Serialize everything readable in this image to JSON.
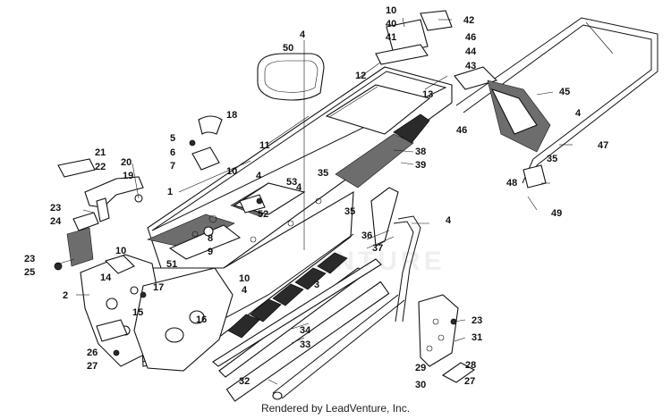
{
  "callouts": {
    "c1": "1",
    "c2": "2",
    "c3": "3",
    "c4a": "4",
    "c4b": "4",
    "c4c": "4",
    "c4d": "4",
    "c4e": "4",
    "c4f": "4",
    "c5": "5",
    "c6": "6",
    "c7": "7",
    "c8": "8",
    "c9": "9",
    "c10a": "10",
    "c10b": "10",
    "c10c": "10",
    "c10d": "10",
    "c11": "11",
    "c12": "12",
    "c13": "13",
    "c14": "14",
    "c15": "15",
    "c16": "16",
    "c17": "17",
    "c18": "18",
    "c19": "19",
    "c20": "20",
    "c21": "21",
    "c22": "22",
    "c23a": "23",
    "c23b": "23",
    "c23c": "23",
    "c24": "24",
    "c25": "25",
    "c26": "26",
    "c27a": "27",
    "c27b": "27",
    "c28": "28",
    "c29": "29",
    "c30": "30",
    "c31": "31",
    "c32": "32",
    "c33": "33",
    "c34": "34",
    "c35a": "35",
    "c35b": "35",
    "c35c": "35",
    "c36": "36",
    "c37": "37",
    "c38": "38",
    "c39": "39",
    "c40": "40",
    "c41": "41",
    "c42": "42",
    "c43": "43",
    "c44": "44",
    "c45": "45",
    "c46a": "46",
    "c46b": "46",
    "c47": "47",
    "c48": "48",
    "c49": "49",
    "c50": "50",
    "c51": "51",
    "c52": "52",
    "c53": "53"
  },
  "watermark": "ADVENTURE",
  "credit": "Rendered by LeadVenture, Inc."
}
